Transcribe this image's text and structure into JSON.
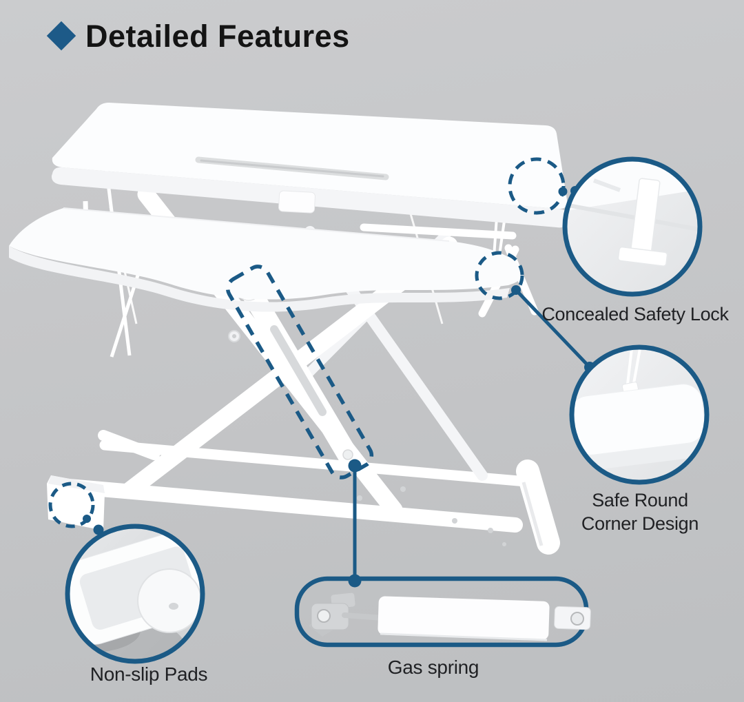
{
  "page": {
    "background_top": "#cbccce",
    "background_bottom": "#bdbfc1",
    "accent_color": "#1b5a86",
    "text_color": "#202124"
  },
  "header": {
    "title": "Detailed Features",
    "icon": "diamond-icon",
    "icon_color": "#1d5a88"
  },
  "illustration": {
    "subject": "white sit-stand desk converter with X-lift frame",
    "parts": [
      "desk-top-surface",
      "tablet-slot",
      "keyboard-tray",
      "x-lift-frame",
      "gas-spring-strut",
      "base-rails",
      "front-foot",
      "right-foot"
    ]
  },
  "callouts": [
    {
      "id": "concealed-safety-lock",
      "label": "Concealed Safety Lock",
      "marker": "dashed-circle",
      "detail_view": "circle",
      "shows": "locking bracket under desk top"
    },
    {
      "id": "safe-round-corner",
      "label_line1": "Safe Round",
      "label_line2": "Corner Design",
      "marker": "dashed-circle",
      "detail_view": "circle",
      "shows": "rounded keyboard tray corner"
    },
    {
      "id": "non-slip-pads",
      "label": "Non-slip Pads",
      "marker": "dashed-circle",
      "detail_view": "circle",
      "shows": "round rubber pad under foot"
    },
    {
      "id": "gas-spring",
      "label": "Gas spring",
      "marker": "dashed-rounded-rectangle",
      "detail_view": "rounded-rectangle",
      "shows": "gas spring cylinder"
    }
  ]
}
